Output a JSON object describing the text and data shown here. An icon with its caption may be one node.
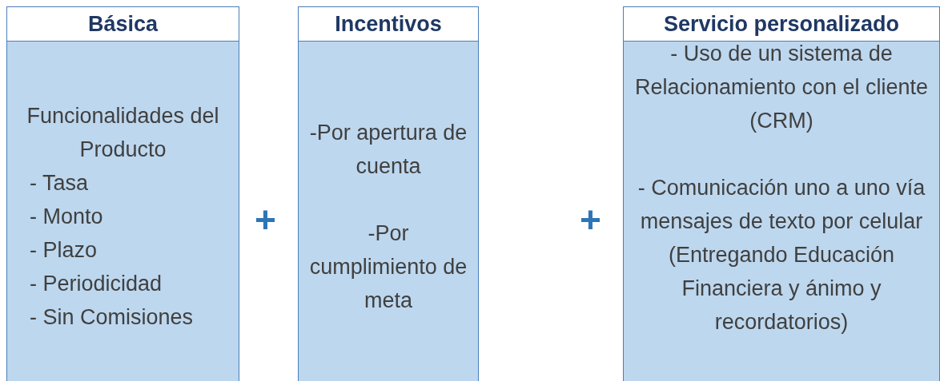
{
  "diagram": {
    "nodes": [
      {
        "text": [
          "Básica"
        ]
      },
      {
        "text": [
          "Funcionalidades del Producto",
          "- Tasa",
          "- Monto",
          "- Plazo",
          "- Periodicidad",
          "- Sin Comisiones"
        ]
      },
      {
        "text": [
          "Incentivos"
        ]
      },
      {
        "text": [
          "-Por apertura de cuenta",
          "-Por cumplimiento de meta"
        ]
      },
      {
        "text": [
          "Servicio personalizado"
        ]
      },
      {
        "text": [
          "- Uso de un sistema de Relacionamiento con el cliente (CRM)",
          "- Comunicación uno a uno vía mensajes de texto por celular (Entregando Educación Financiera y ánimo y recordatorios)"
        ]
      }
    ],
    "labels": [
      "+",
      "+"
    ]
  }
}
